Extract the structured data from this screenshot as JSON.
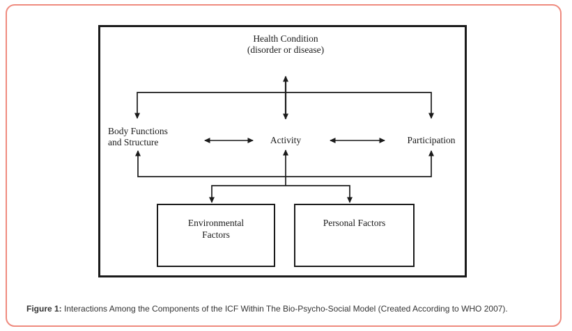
{
  "figure": {
    "caption_label": "Figure 1:",
    "caption_text": " Interactions Among the Components of the ICF Within The Bio-Psycho-Social Model (Created According to WHO 2007)."
  },
  "diagram": {
    "health_condition": {
      "line1": "Health Condition",
      "line2": "(disorder or disease)"
    },
    "body_functions": {
      "line1": "Body Functions",
      "line2": "and Structure"
    },
    "activity": "Activity",
    "participation": "Participation",
    "environmental_factors": {
      "line1": "Environmental",
      "line2": "Factors"
    },
    "personal_factors": "Personal Factors"
  },
  "colors": {
    "frame_border": "#ef8a7e",
    "diagram_ink": "#1a1a1a",
    "background": "#ffffff"
  }
}
